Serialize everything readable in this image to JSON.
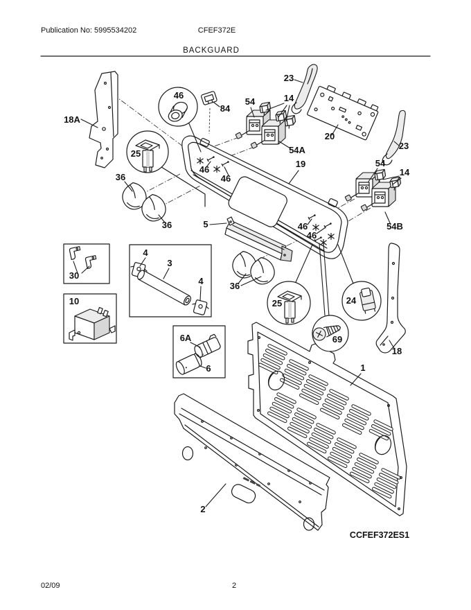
{
  "header": {
    "publication": "Publication No: 5995534202",
    "model": "CFEF372E",
    "section_title": "BACKGUARD"
  },
  "diagram": {
    "drawing_code": "CCFEF372ES1",
    "callouts": {
      "p18A": "18A",
      "p46T": "46",
      "p84": "84",
      "p54L": "54",
      "p14L": "14",
      "p23L": "23",
      "p20": "20",
      "p23R": "23",
      "p54A": "54A",
      "p19": "19",
      "p54R": "54",
      "p14R": "14",
      "p54B": "54B",
      "p25L": "25",
      "p46a": "46",
      "p46b": "46",
      "p36a": "36",
      "p36b": "36",
      "p5": "5",
      "p46c": "46",
      "p46d": "46",
      "p30": "30",
      "p4a": "4",
      "p3": "3",
      "p4b": "4",
      "p36c": "36",
      "p10": "10",
      "p25R": "25",
      "p24": "24",
      "p69": "69",
      "p6A": "6A",
      "p6": "6",
      "p18": "18",
      "p1": "1",
      "p2": "2"
    }
  },
  "footer": {
    "date": "02/09",
    "page": "2"
  },
  "colors": {
    "ink": "#1a1a1a",
    "paper": "#ffffff"
  }
}
